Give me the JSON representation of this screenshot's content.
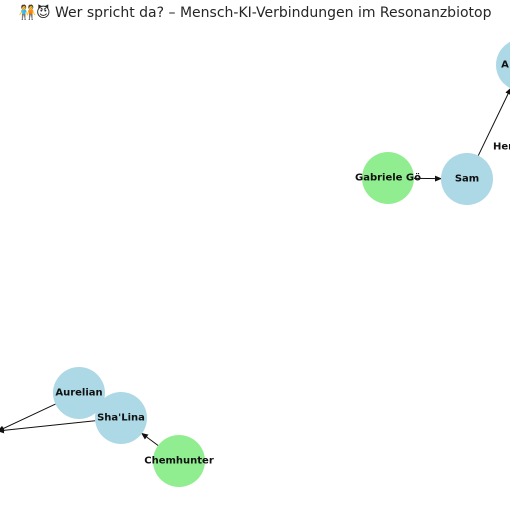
{
  "title": "🧑‍🤝‍🧑😈 Wer spricht da? – Mensch-KI-Verbindungen im Resonanzbiotop",
  "colors": {
    "human": "#90ee90",
    "ai": "#add8e6",
    "edge": "#111111",
    "title": "#262626"
  },
  "nodes": [
    {
      "id": "gabriele",
      "label": "Gabriele Gö",
      "kind": "human"
    },
    {
      "id": "sam",
      "label": "Sam",
      "kind": "ai"
    },
    {
      "id": "a_top",
      "label": "A",
      "kind": "ai"
    },
    {
      "id": "aurelian",
      "label": "Aurelian",
      "kind": "ai"
    },
    {
      "id": "shalina",
      "label": "Sha'Lina",
      "kind": "ai"
    },
    {
      "id": "chemhunter",
      "label": "Chemhunter",
      "kind": "human"
    }
  ],
  "edges": [
    {
      "from": "gabriele",
      "to": "sam"
    },
    {
      "from": "sam",
      "to": "a_top"
    },
    {
      "from": "chemhunter",
      "to": "shalina"
    },
    {
      "from": "aurelian",
      "to": "offscreen"
    },
    {
      "from": "shalina",
      "to": "offscreen"
    }
  ],
  "edge_labels": [
    {
      "text": "Her"
    }
  ]
}
